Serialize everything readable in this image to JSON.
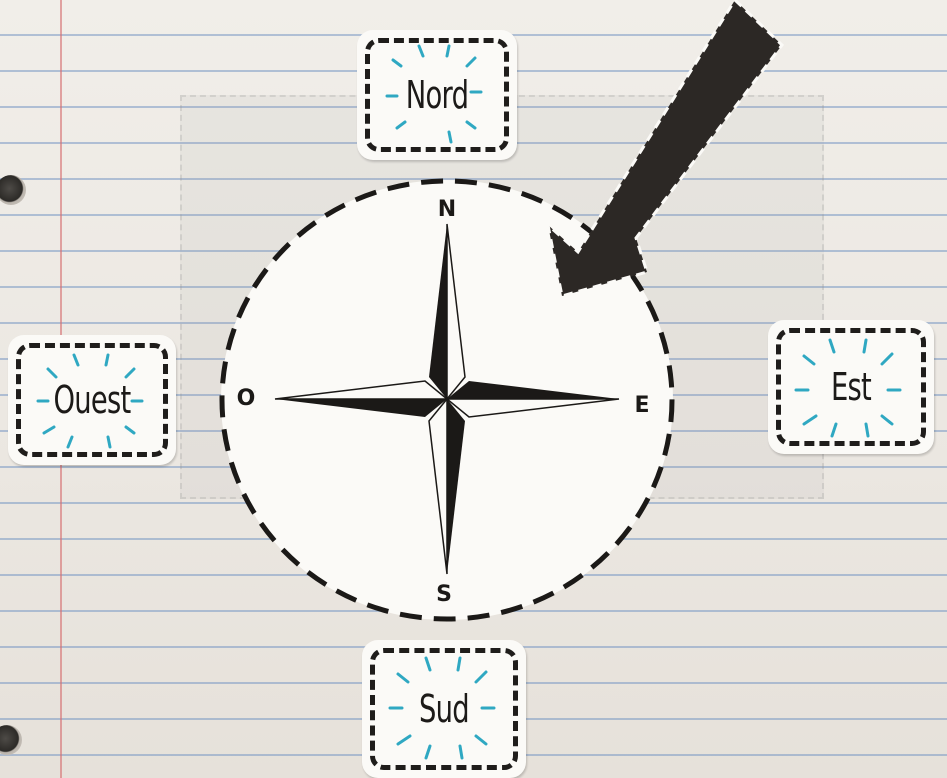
{
  "compass": {
    "north": "N",
    "south": "S",
    "east": "E",
    "west": "O"
  },
  "cards": {
    "north": "Nord",
    "south": "Sud",
    "east": "Est",
    "west": "Ouest"
  },
  "colors": {
    "paper": "#ece8e3",
    "rule_line": "#7a99c4",
    "margin_line": "#d66e70",
    "ink": "#1c1a18",
    "accent_rays": "#2fa8c2",
    "arrow": "#2c2825"
  }
}
